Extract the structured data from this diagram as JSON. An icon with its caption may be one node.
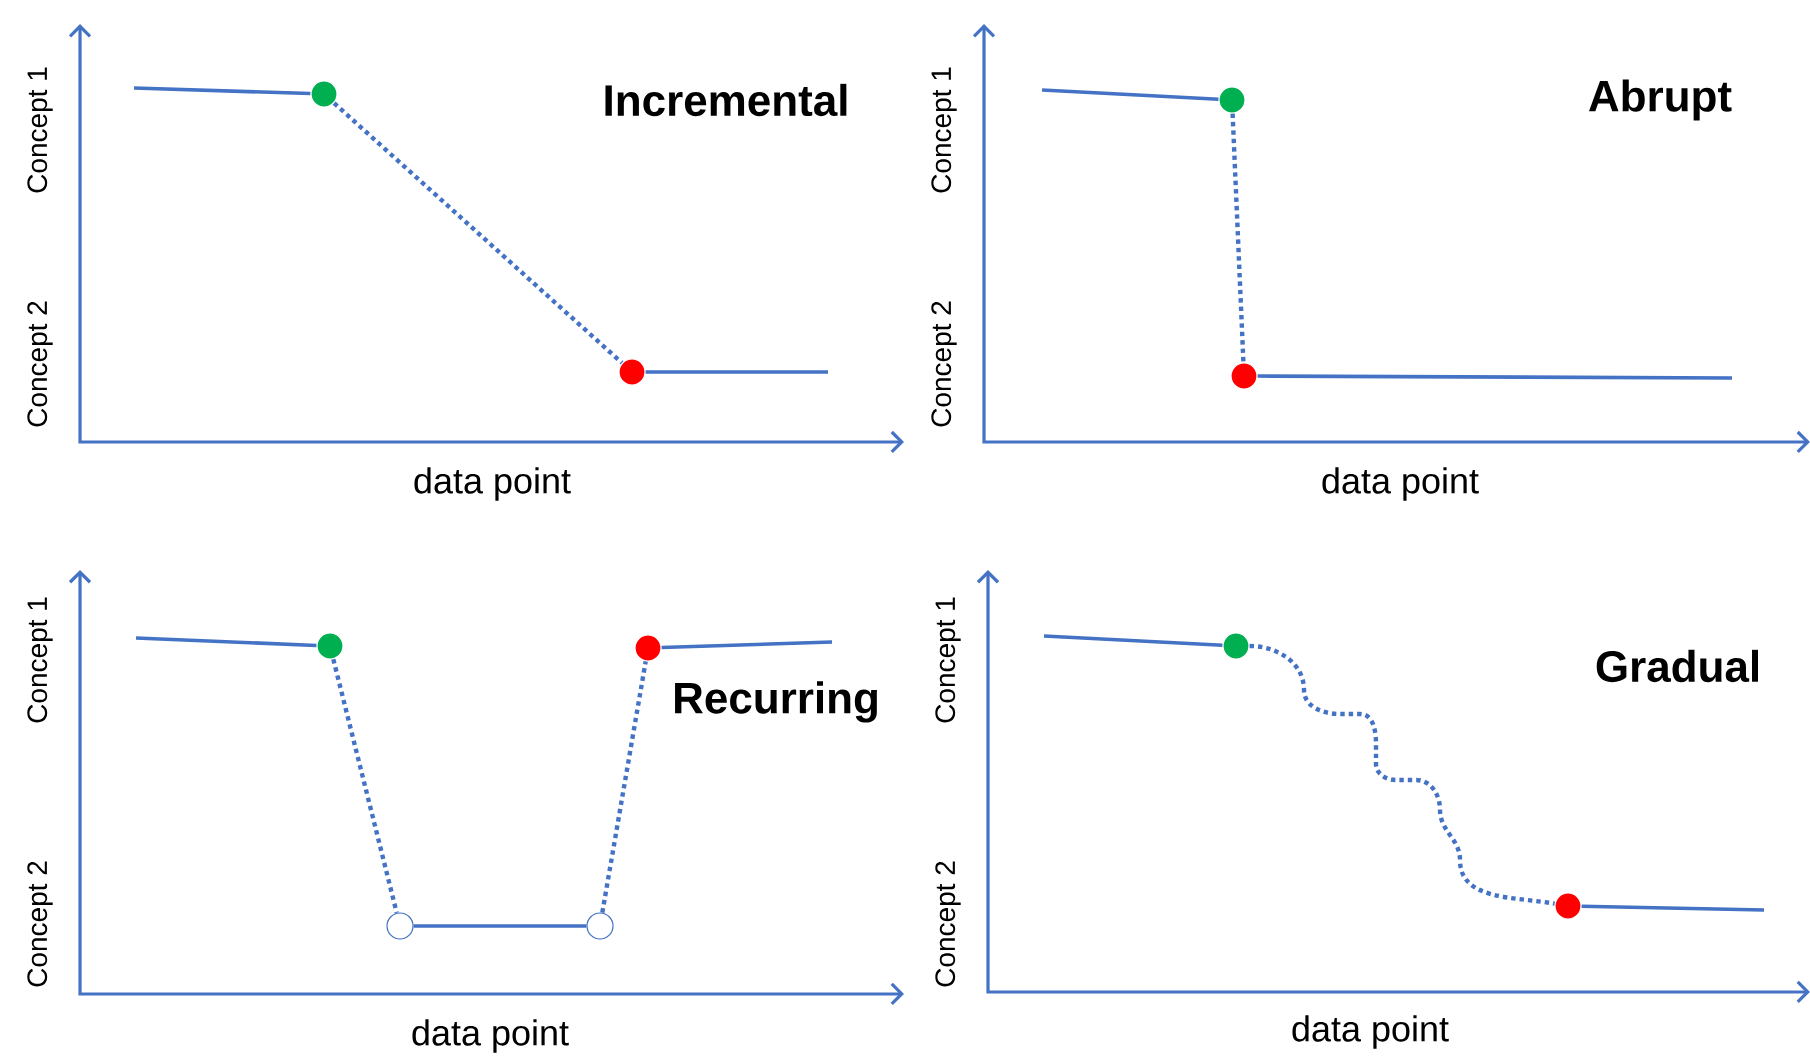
{
  "diagram": {
    "nodes": [
      {
        "text": [],
        "shape": "circle"
      },
      {
        "text": [],
        "shape": "circle"
      },
      {
        "text": [],
        "shape": "circle"
      },
      {
        "text": [],
        "shape": "circle"
      },
      {
        "text": [],
        "shape": "circle"
      },
      {
        "text": [],
        "shape": "circle"
      },
      {
        "text": [],
        "shape": "circle"
      },
      {
        "text": [],
        "shape": "circle"
      },
      {
        "text": [],
        "shape": "circle"
      },
      {
        "text": [],
        "shape": "circle"
      }
    ],
    "edges": [
      {
        "from": null,
        "to": 0,
        "arrow": "none"
      },
      {
        "from": 0,
        "to": 1,
        "arrow": "none",
        "style": "dashed"
      },
      {
        "from": 1,
        "to": null,
        "arrow": "none"
      },
      {
        "from": null,
        "to": 2,
        "arrow": "none"
      },
      {
        "from": 2,
        "to": 3,
        "arrow": "none",
        "style": "dashed"
      },
      {
        "from": 3,
        "to": null,
        "arrow": "none"
      },
      {
        "from": null,
        "to": 4,
        "arrow": "none"
      },
      {
        "from": 4,
        "to": 5,
        "arrow": "none",
        "style": "dashed"
      },
      {
        "from": 5,
        "to": 6,
        "arrow": "none"
      },
      {
        "from": 6,
        "to": 7,
        "arrow": "none",
        "style": "dashed"
      },
      {
        "from": 7,
        "to": null,
        "arrow": "none"
      },
      {
        "from": null,
        "to": 8,
        "arrow": "none"
      },
      {
        "from": 8,
        "to": 9,
        "arrow": "none",
        "style": "dashed"
      },
      {
        "from": 9,
        "to": null,
        "arrow": "none"
      }
    ],
    "labels": [
      "Concept 1",
      "Concept 2",
      "Incremental",
      "data point",
      "Concept 1",
      "Concept 2",
      "Abrupt",
      "data point",
      "Concept 1",
      "Concept 2",
      "Recurring",
      "data point",
      "Concept 1",
      "Concept 2",
      "Gradual",
      "data point"
    ]
  }
}
